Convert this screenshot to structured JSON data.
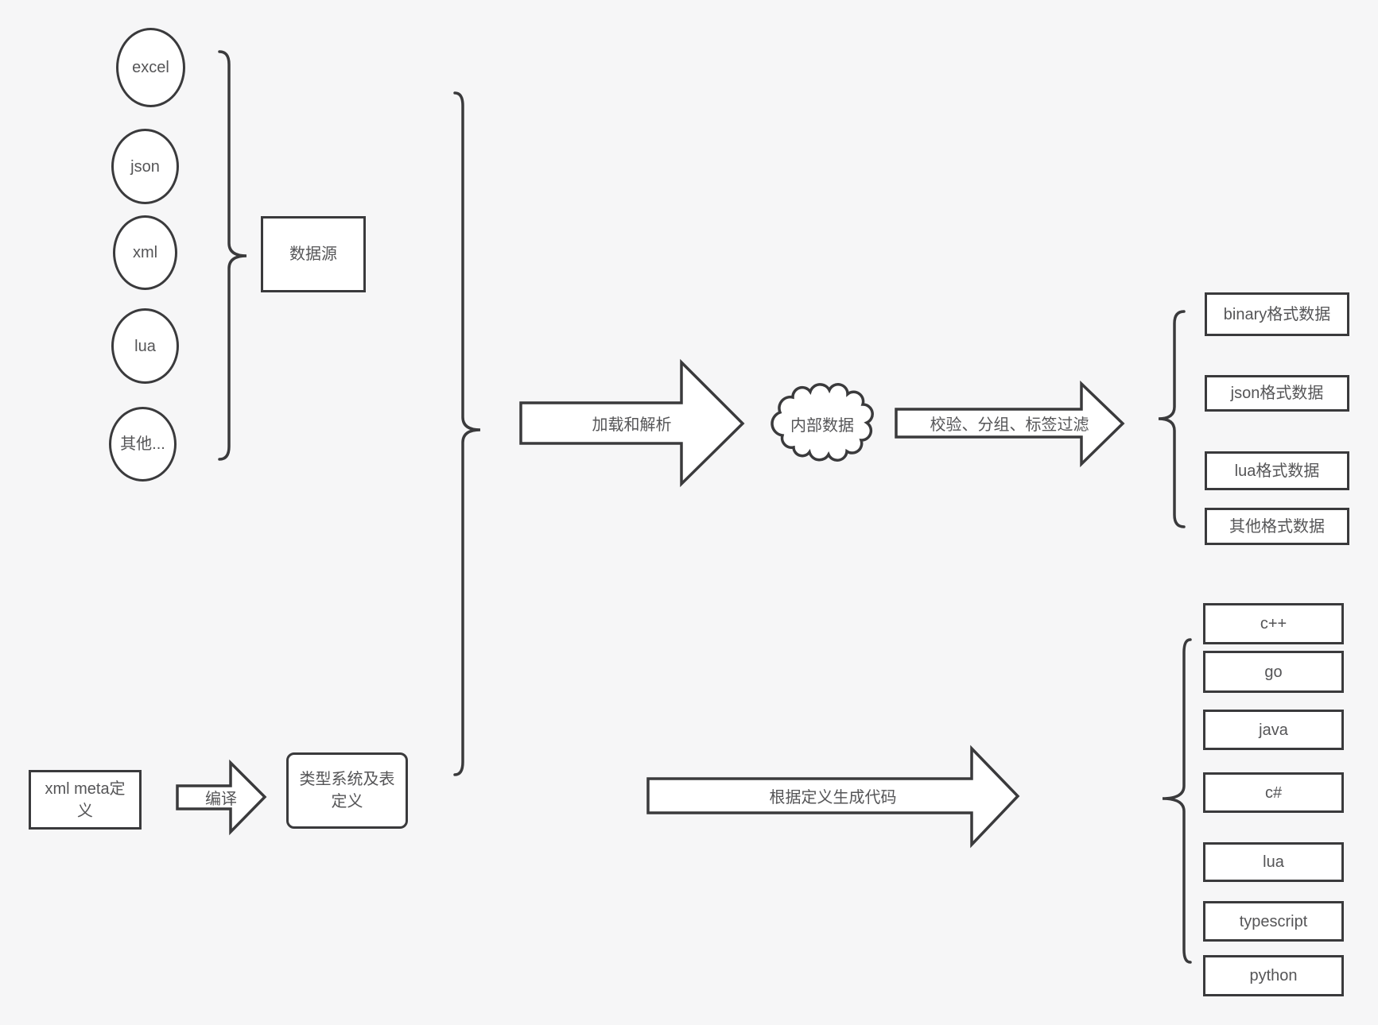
{
  "canvas": {
    "background": "#f6f6f7",
    "stroke_color": "#3a3a3c",
    "shape_fill": "#ffffff",
    "text_color": "#555557"
  },
  "sources": {
    "items": [
      "excel",
      "json",
      "xml",
      "lua",
      "其他..."
    ],
    "group_box_label": "数据源"
  },
  "pipeline": {
    "load_parse_arrow_label": "加载和解析",
    "internal_data_cloud_label": "内部数据",
    "filter_arrow_label": "校验、分组、标签过滤",
    "generate_arrow_label": "根据定义生成代码"
  },
  "definitions": {
    "xml_meta_box_lines": [
      "xml meta定",
      "义"
    ],
    "compile_arrow_label": "编译",
    "type_system_box_lines": [
      "类型系统及表",
      "定义"
    ]
  },
  "outputs": {
    "data_formats": [
      "binary格式数据",
      "json格式数据",
      "lua格式数据",
      "其他格式数据"
    ],
    "languages": [
      "c++",
      "go",
      "java",
      "c#",
      "lua",
      "typescript",
      "python"
    ]
  }
}
